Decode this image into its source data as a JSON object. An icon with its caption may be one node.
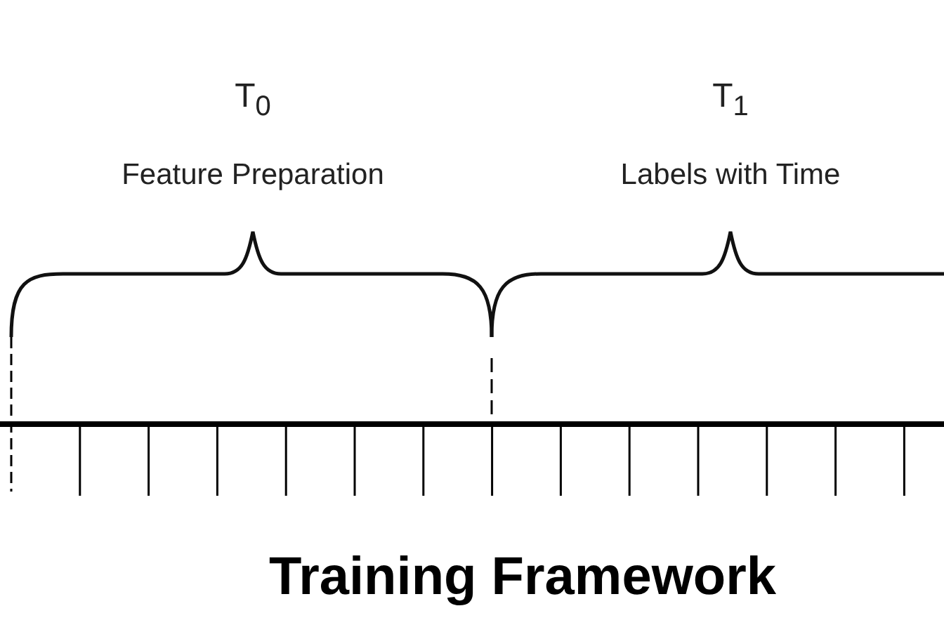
{
  "diagram": {
    "title": "Training Framework",
    "labels": [
      "T$_{0}$",
      "Feature Preparation",
      "T$_{1}$",
      "Labels with Time"
    ]
  }
}
